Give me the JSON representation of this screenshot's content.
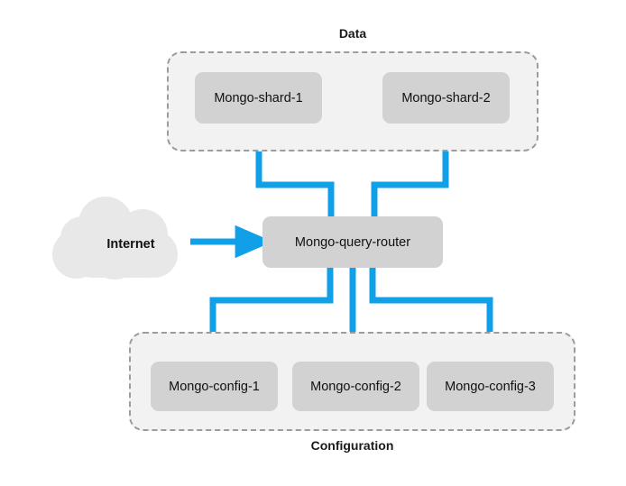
{
  "diagram": {
    "title_visible": false,
    "colors": {
      "page_background": "#ffffff",
      "group_fill": "#f2f2f2",
      "group_border": "#9c9c9c",
      "node_fill": "#d2d2d2",
      "node_text": "#111111",
      "connector": "#11a0e8",
      "cloud_fill": "#e8e8e8"
    },
    "groups": [
      {
        "id": "data",
        "label": "Data"
      },
      {
        "id": "configuration",
        "label": "Configuration"
      }
    ],
    "nodes": {
      "shard_1": "Mongo-shard-1",
      "shard_2": "Mongo-shard-2",
      "router": "Mongo-query-router",
      "config_1": "Mongo-config-1",
      "config_2": "Mongo-config-2",
      "config_3": "Mongo-config-3",
      "cloud": "Internet"
    },
    "icons": {
      "cloud": "cloud-icon",
      "arrow": "arrow-right-icon"
    },
    "connections": [
      {
        "from": "shard_1",
        "to": "router",
        "style": "elbow",
        "arrow": false
      },
      {
        "from": "shard_2",
        "to": "router",
        "style": "elbow",
        "arrow": false
      },
      {
        "from": "cloud",
        "to": "router",
        "style": "straight",
        "arrow": true
      },
      {
        "from": "router",
        "to": "config_1",
        "style": "elbow",
        "arrow": false
      },
      {
        "from": "router",
        "to": "config_2",
        "style": "straight",
        "arrow": false
      },
      {
        "from": "router",
        "to": "config_3",
        "style": "elbow",
        "arrow": false
      }
    ]
  }
}
